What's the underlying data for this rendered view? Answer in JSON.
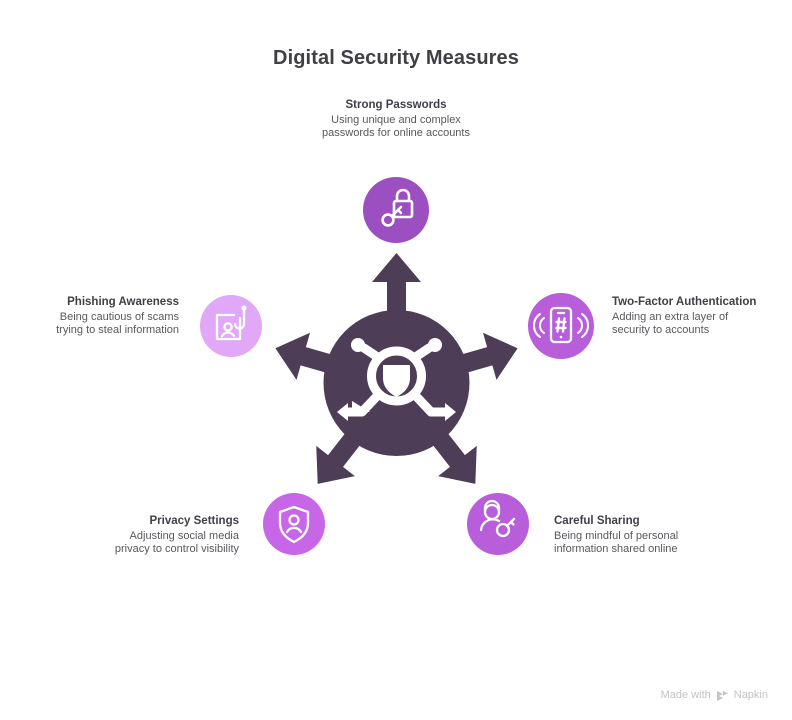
{
  "page": {
    "title": "Digital Security Measures",
    "background": "#ffffff"
  },
  "colors": {
    "hub": "#4E3D56",
    "arrow": "#4E3D56",
    "node_purple": "#9B4FC0",
    "node_purple_light": "#B85EDB",
    "node_lavender": "#E0A8F7",
    "title_text": "#3f3f46",
    "body_text": "#58585e",
    "footer_text": "#c3c3c8"
  },
  "hub": {
    "icon": "security-network-icon",
    "label": ""
  },
  "nodes": [
    {
      "id": "strong-passwords",
      "title": "Strong Passwords",
      "description": "Using unique and complex passwords for online accounts",
      "icon": "padlock-key-icon",
      "color": "#9B4FC0",
      "position": "top"
    },
    {
      "id": "two-factor-authentication",
      "title": "Two-Factor Authentication",
      "description": "Adding an extra layer of security to accounts",
      "icon": "mobile-code-icon",
      "color": "#B85EDB",
      "position": "right"
    },
    {
      "id": "careful-sharing",
      "title": "Careful Sharing",
      "description": "Being mindful of personal information shared online",
      "icon": "person-key-icon",
      "color": "#B85EDB",
      "position": "bottom-right"
    },
    {
      "id": "privacy-settings",
      "title": "Privacy Settings",
      "description": "Adjusting social media privacy to control visibility",
      "icon": "shield-person-icon",
      "color": "#C767E8",
      "position": "bottom-left"
    },
    {
      "id": "phishing-awareness",
      "title": "Phishing Awareness",
      "description": "Being cautious of scams trying to steal information",
      "icon": "phishing-hook-id-icon",
      "color": "#E0A8F7",
      "position": "left"
    }
  ],
  "footer": {
    "prefix": "Made with",
    "brand": "Napkin",
    "logo": "napkin-chevron-logo"
  }
}
